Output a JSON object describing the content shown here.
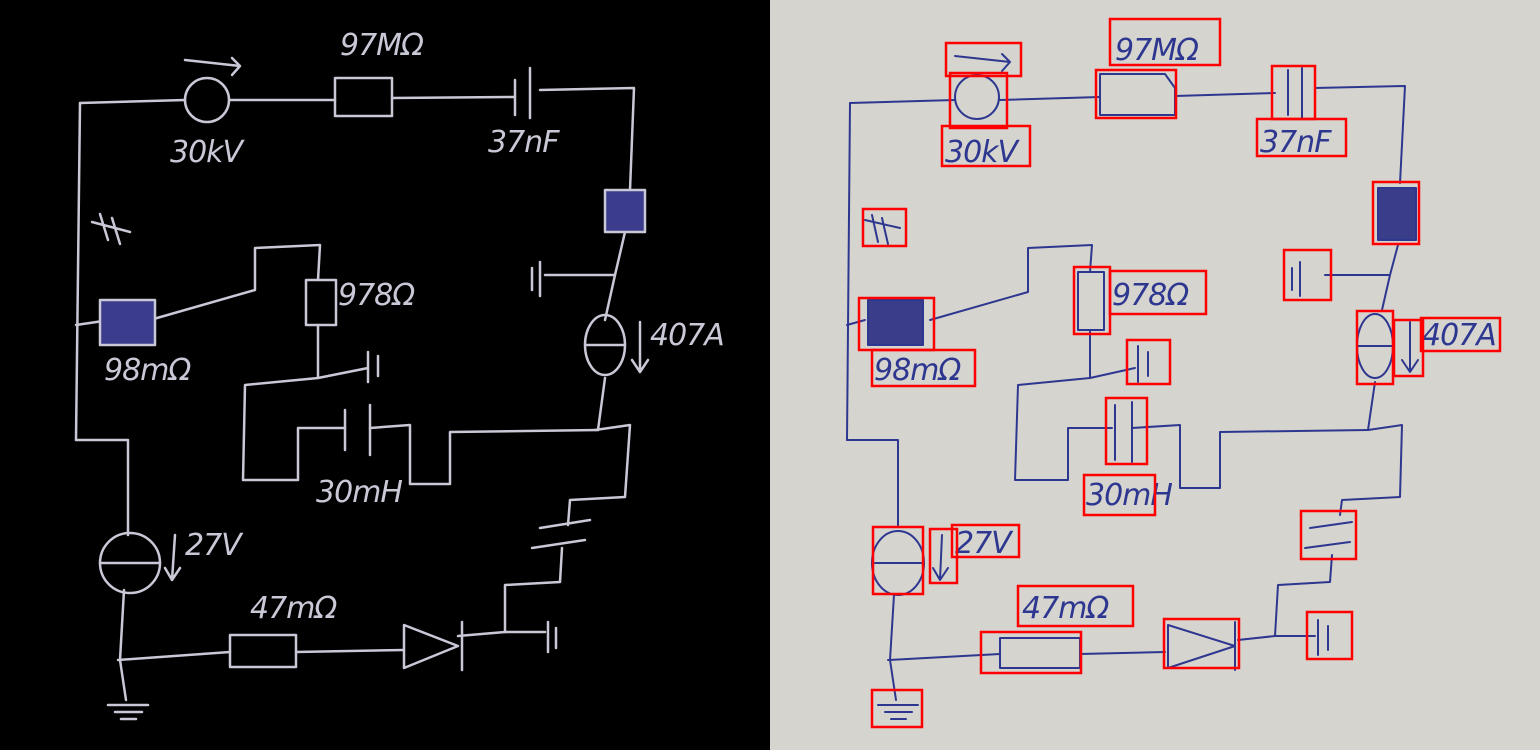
{
  "labels": {
    "source_voltage_top": "30kV",
    "resistor_top": "97MΩ",
    "capacitor_top": "37nF",
    "resistor_middle": "978Ω",
    "resistor_left": "98mΩ",
    "current_source_right": "407A",
    "inductor_middle": "30mH",
    "source_voltage_bottom": "27V",
    "resistor_bottom": "47mΩ"
  },
  "colors": {
    "left_background": "#000000",
    "left_ink": "#c8c8d6",
    "right_background": "#d6d4cf",
    "right_ink": "#2e3790",
    "box_color": "#ff0000"
  }
}
